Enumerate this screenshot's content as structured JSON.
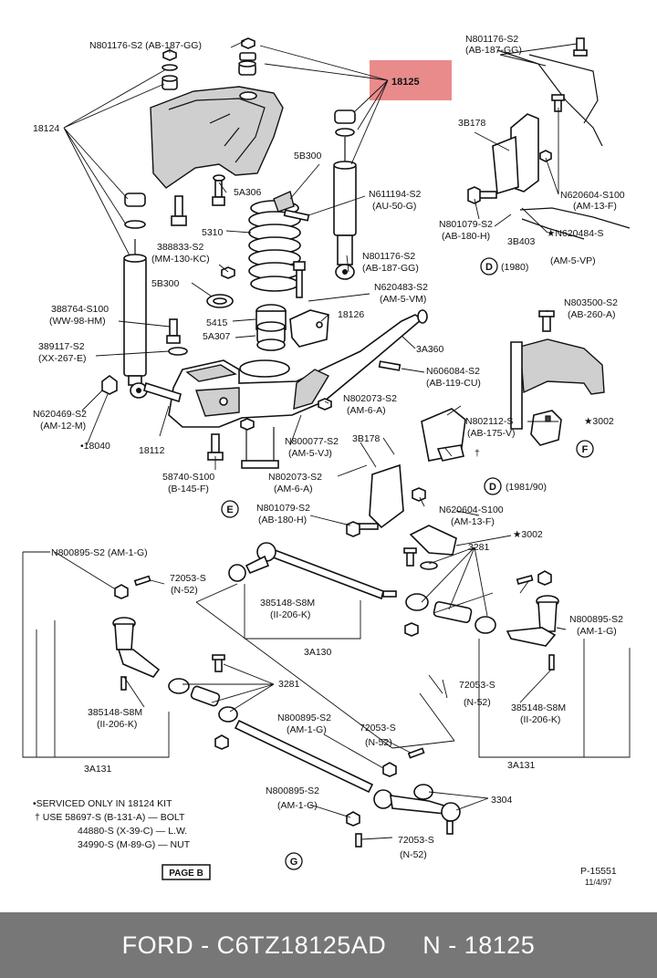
{
  "labels": {
    "n801176_top": "N801176-S2 (AB-187-GG)",
    "n801176_right_top_1": "N801176-S2",
    "n801176_right_top_2": "(AB-187-GG)",
    "p18125": "18125",
    "p18124": "18124",
    "p3b178_top": "3B178",
    "p5b300_a": "5B300",
    "n611194_1": "N611194-S2",
    "n611194_2": "(AU-50-G)",
    "p5a306": "5A306",
    "p5310": "5310",
    "n620604_top_1": "N620604-S100",
    "n620604_top_2": "(AM-13-F)",
    "n801079_top_1": "N801079-S2",
    "n801079_top_2": "(AB-180-H)",
    "p3b403": "3B403",
    "n620484": "★N620484-S",
    "am5vp": "(AM-5-VP)",
    "d1980": "(1980)",
    "p388833_1": "388833-S2",
    "p388833_2": "(MM-130-KC)",
    "n801176_mid_1": "N801176-S2",
    "n801176_mid_2": "(AB-187-GG)",
    "p5b300_b": "5B300",
    "n620483_1": "N620483-S2",
    "n620483_2": "(AM-5-VM)",
    "n803500_1": "N803500-S2",
    "n803500_2": "(AB-260-A)",
    "p388764_1": "388764-S100",
    "p388764_2": "(WW-98-HM)",
    "p5415": "5415",
    "p18126": "18126",
    "p5a307": "5A307",
    "p3a360": "3A360",
    "p389117_1": "389117-S2",
    "p389117_2": "(XX-267-E)",
    "n606084_1": "N606084-S2",
    "n606084_2": "(AB-119-CU)",
    "n802073_a_1": "N802073-S2",
    "n802073_a_2": "(AM-6-A)",
    "n620469_1": "N620469-S2",
    "n620469_2": "(AM-12-M)",
    "n802112_1": "N802112-S",
    "n802112_2": "(AB-175-V)",
    "p3002_a": "★3002",
    "p18040": "•18040",
    "n800077_1": "N800077-S2",
    "n800077_2": "(AM-5-VJ)",
    "p3b178_mid": "3B178",
    "dagger": "†",
    "p18112": "18112",
    "p58740_1": "58740-S100",
    "p58740_2": "(B-145-F)",
    "n802073_b_1": "N802073-S2",
    "n802073_b_2": "(AM-6-A)",
    "d1981": "(1981/90)",
    "n801079_mid_1": "N801079-S2",
    "n801079_mid_2": "(AB-180-H)",
    "n620604_mid_1": "N620604-S100",
    "n620604_mid_2": "(AM-13-F)",
    "p3002_b": "★3002",
    "p3281_a": "3281",
    "n800895_a": "N800895-S2 (AM-1-G)",
    "p72053_a_1": "72053-S",
    "p72053_a_2": "(N-52)",
    "n800895_b_1": "N800895-S2",
    "n800895_b_2": "(AM-1-G)",
    "p385148_a_1": "385148-S8M",
    "p385148_a_2": "(II-206-K)",
    "p3a130": "3A130",
    "p72053_b_1": "72053-S",
    "p72053_b_2": "(N-52)",
    "p3281_b": "3281",
    "p385148_b_1": "385148-S8M",
    "p385148_b_2": "(II-206-K)",
    "p385148_c_1": "385148-S8M",
    "p385148_c_2": "(II-206-K)",
    "n800895_c_1": "N800895-S2",
    "n800895_c_2": "(AM-1-G)",
    "p72053_c_1": "72053-S",
    "p72053_c_2": "(N-52)",
    "p3a131_a": "3A131",
    "p3a131_b": "3A131",
    "n800895_d_1": "N800895-S2",
    "n800895_d_2": "(AM-1-G)",
    "p3304": "3304",
    "p72053_d_1": "72053-S",
    "p72053_d_2": "(N-52)",
    "note1": "•SERVICED ONLY IN 18124 KIT",
    "note2": "† USE 58697-S (B-131-A) — BOLT",
    "note3": "44880-S (X-39-C) — L.W.",
    "note4": "34990-S (M-89-G) — NUT",
    "page_b": "PAGE B",
    "ref_code": "P-15551",
    "ref_date": "11/4/97"
  },
  "view_markers": {
    "d_top": "D",
    "e": "E",
    "f": "F",
    "d_mid": "D",
    "g": "G"
  },
  "highlight": {
    "color": "#e98b8b",
    "part": "18125"
  },
  "footer": {
    "text": "FORD - C6TZ18125AD     N - 18125",
    "background": "#777777"
  }
}
